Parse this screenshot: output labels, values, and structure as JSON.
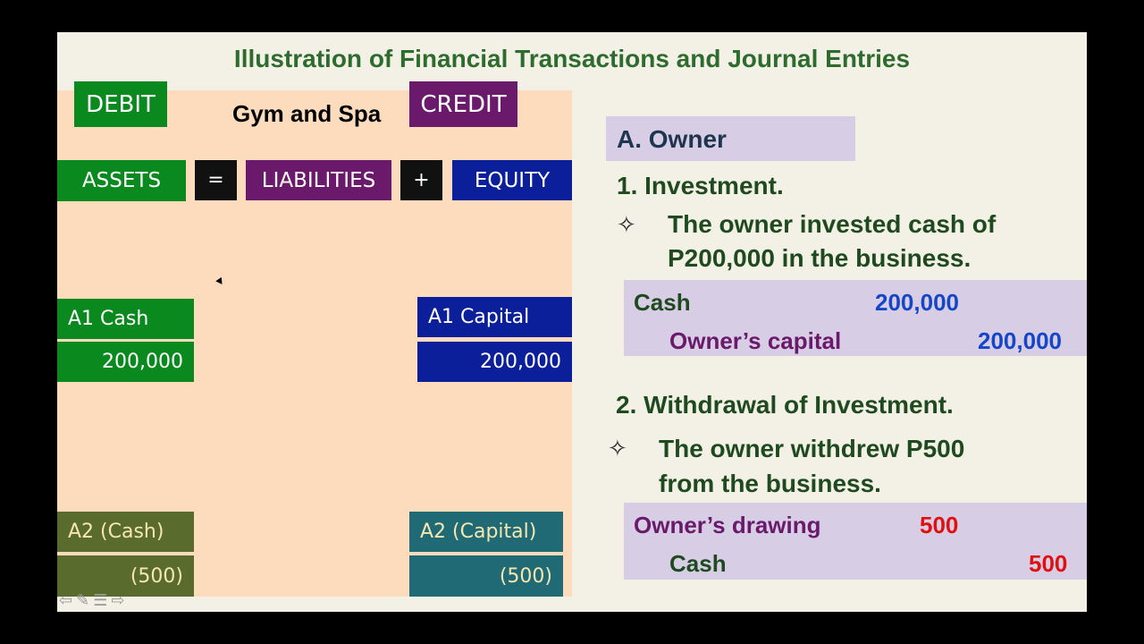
{
  "title": "Illustration of Financial Transactions and Journal Entries",
  "left": {
    "debit_label": "DEBIT",
    "credit_label": "CREDIT",
    "business_name": "Gym and Spa",
    "equation": {
      "assets": "ASSETS",
      "equals": "=",
      "liabilities": "LIABILITIES",
      "plus": "+",
      "equity": "EQUITY"
    },
    "entries": [
      {
        "asset_label": "A1  Cash",
        "asset_amount": "200,000",
        "equity_label": "A1  Capital",
        "equity_amount": "200,000"
      },
      {
        "asset_label": "A2  (Cash)",
        "asset_amount": "(500)",
        "equity_label": "A2  (Capital)",
        "equity_amount": "(500)"
      }
    ]
  },
  "right": {
    "section": "A.  Owner",
    "item1": {
      "heading": "1. Investment.",
      "bullet": "✧",
      "text_line1": "The owner invested cash of",
      "text_line2": "P200,000 in the business.",
      "journal": {
        "debit_account": "Cash",
        "debit_amount": "200,000",
        "credit_account": "Owner’s capital",
        "credit_amount": "200,000"
      }
    },
    "item2": {
      "heading": "2. Withdrawal of Investment.",
      "bullet": "✧",
      "text_line1": "The owner withdrew P500",
      "text_line2": "from the business.",
      "journal": {
        "debit_account": "Owner’s drawing",
        "debit_amount": "500",
        "credit_account": "Cash",
        "credit_amount": "500"
      }
    }
  },
  "colors": {
    "green": "#0a8a1e",
    "purple": "#6b1a6b",
    "navy": "#0b1f9a",
    "black_box": "#111111",
    "olive": "#5a6b2e",
    "teal": "#1f6a75",
    "title_green": "#2e6b2e",
    "panel_bg": "#fddcbe",
    "journal_bg": "#d7cde4",
    "amount_blue": "#1545c8",
    "amount_red": "#e01010"
  },
  "toolbar": {
    "prev_icon": "⇦",
    "pen_icon": "✎",
    "menu_icon": "☰",
    "next_icon": "⇨"
  }
}
